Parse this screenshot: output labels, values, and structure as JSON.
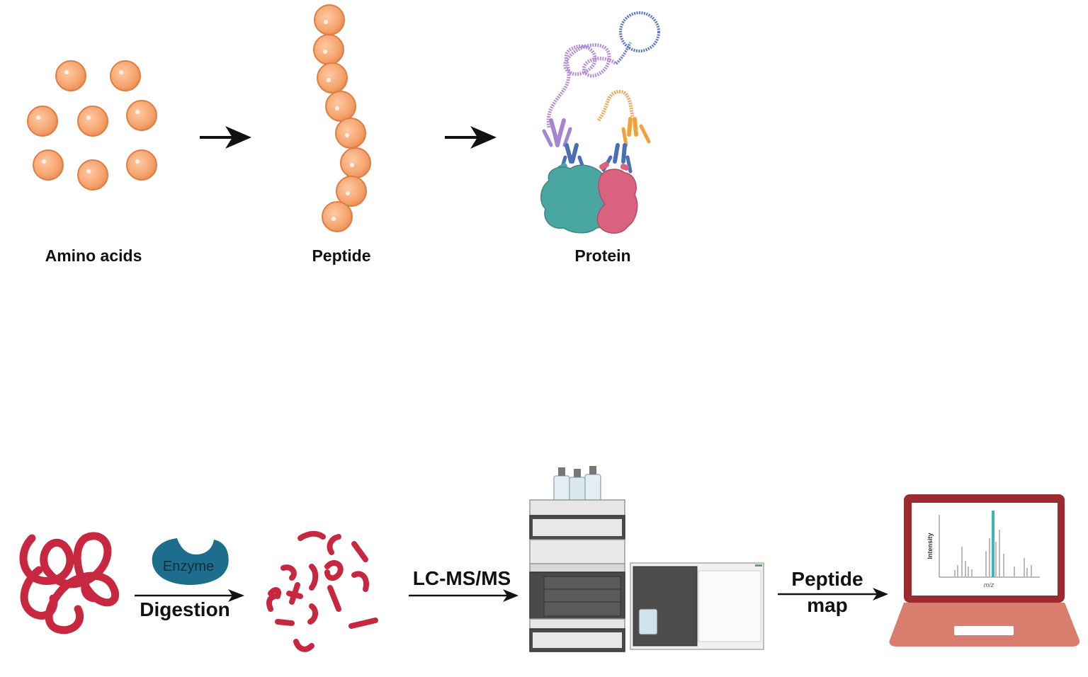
{
  "top_row": {
    "amino_acids_label": "Amino acids",
    "peptide_label": "Peptide",
    "protein_label": "Protein"
  },
  "bottom_row": {
    "enzyme_label": "Enzyme",
    "digestion_label": "Digestion",
    "lcms_label": "LC-MS/MS",
    "peptide_map_label_line1": "Peptide",
    "peptide_map_label_line2": "map",
    "chart_ylabel": "Intensity",
    "chart_xlabel": "m/z"
  },
  "colors": {
    "amino_fill": "#f5a46e",
    "amino_stroke": "#e07d42",
    "protein_teal": "#4aa6a0",
    "protein_pink": "#d9637f",
    "strand_red": "#c8283f",
    "enzyme_blue": "#1c6e8c",
    "laptop_frame": "#9b2b2e",
    "laptop_base": "#d97e6e",
    "spectrum_peak": "#3fb6b0"
  }
}
